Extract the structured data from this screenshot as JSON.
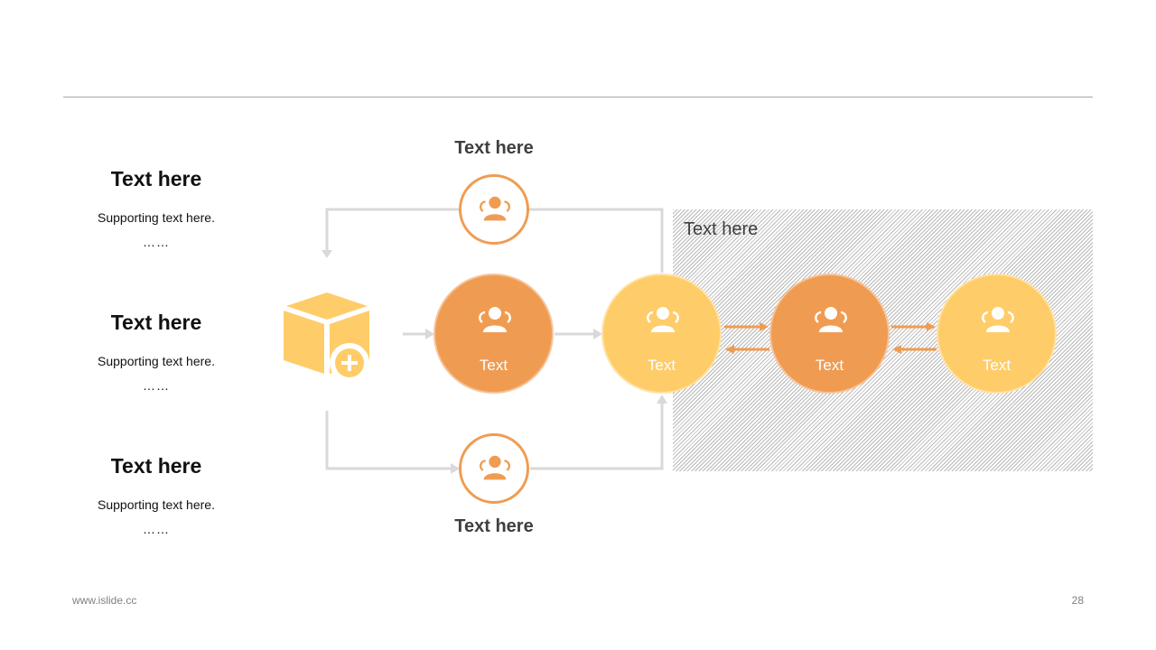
{
  "left_items": [
    {
      "title": "Text here",
      "subtitle": "Supporting text here.",
      "dots": "……"
    },
    {
      "title": "Text here",
      "subtitle": "Supporting text here.",
      "dots": "……"
    },
    {
      "title": "Text here",
      "subtitle": "Supporting text here.",
      "dots": "……"
    }
  ],
  "diagram": {
    "top_label": "Text here",
    "bottom_label": "Text here",
    "region_label": "Text here",
    "nodes": [
      {
        "label": "Text",
        "color": "#ef9c52"
      },
      {
        "label": "Text",
        "color": "#fecd69"
      },
      {
        "label": "Text",
        "color": "#ef9c52"
      },
      {
        "label": "Text",
        "color": "#fecd69"
      }
    ],
    "source_icon": "cube-add-icon",
    "person_icon": "user-group-icon",
    "colors": {
      "orange": "#ef9c52",
      "yellow": "#fecd69",
      "connector": "#d9d9d9",
      "hatch": "#b8b8b8"
    }
  },
  "footer": {
    "url": "www.islide.cc",
    "page": "28"
  }
}
